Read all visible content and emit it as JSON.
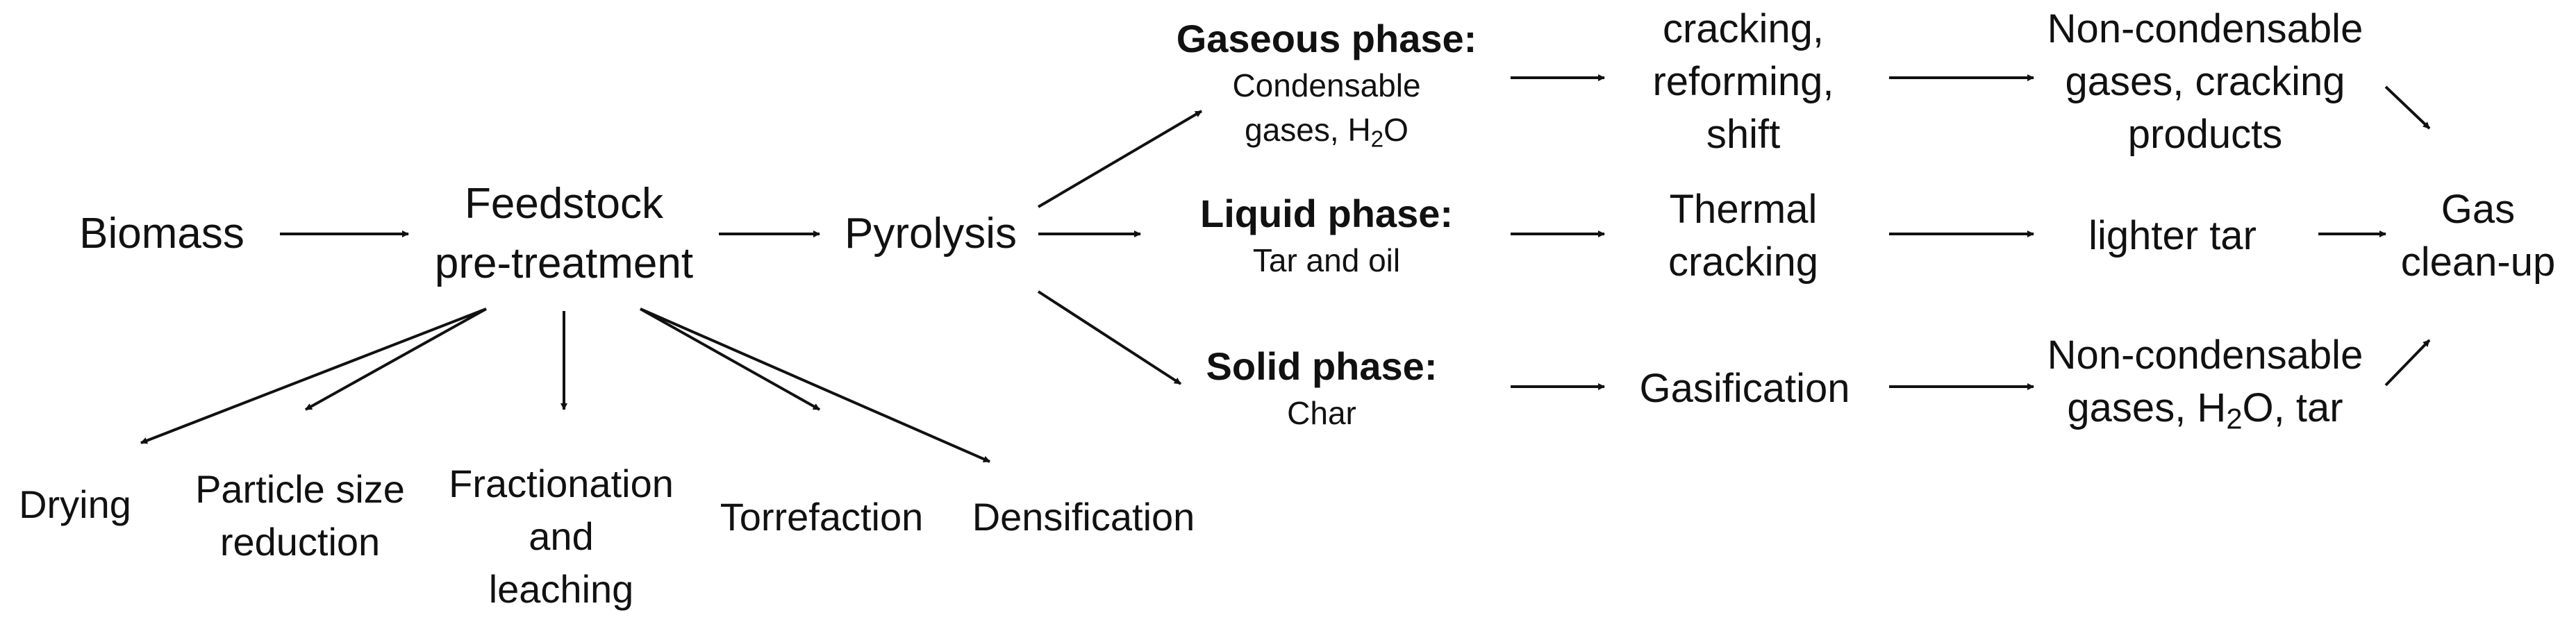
{
  "nodes": {
    "biomass": "Biomass",
    "feedstock": [
      "Feedstock",
      "pre-treatment"
    ],
    "pyrolysis": "Pyrolysis",
    "pretreatments": {
      "drying": "Drying",
      "particle_size_reduction": [
        "Particle size",
        "reduction"
      ],
      "fractionation": [
        "Fractionation",
        "and",
        "leaching"
      ],
      "torrefaction": "Torrefaction",
      "densification": "Densification"
    },
    "phases": {
      "gaseous": {
        "title": "Gaseous phase:",
        "sub1": "Condensable",
        "sub2_pre": "gases, H",
        "sub2_sub": "2",
        "sub2_post": "O"
      },
      "liquid": {
        "title": "Liquid phase:",
        "sub": "Tar and oil"
      },
      "solid": {
        "title": "Solid phase:",
        "sub": "Char"
      }
    },
    "processes": {
      "cracking": [
        "cracking,",
        "reforming,",
        "shift"
      ],
      "thermal": [
        "Thermal",
        "cracking"
      ],
      "gasification": "Gasification"
    },
    "products": {
      "noncond_top": [
        "Non-condensable",
        "gases, cracking",
        "products"
      ],
      "lighter_tar": "lighter tar",
      "noncond_bottom": {
        "line1": "Non-condensable",
        "line2_pre": "gases, H",
        "line2_sub": "2",
        "line2_post": "O, tar"
      }
    },
    "final": [
      "Gas",
      "clean-up"
    ]
  }
}
